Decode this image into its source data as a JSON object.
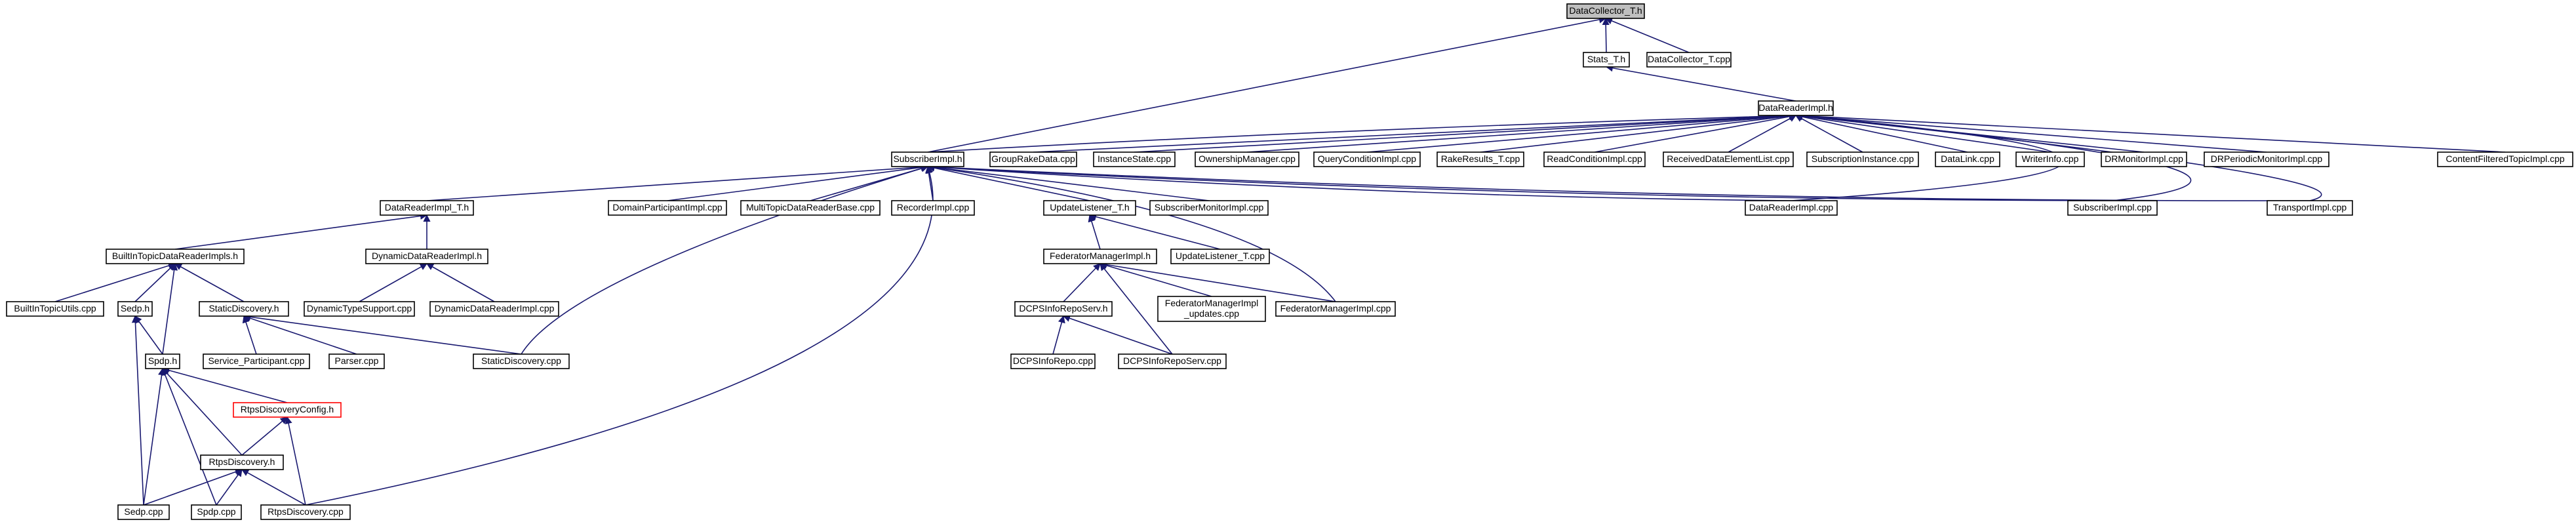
{
  "colors": {
    "edge": "#191970",
    "node_border": "#000000",
    "node_fill": "#ffffff",
    "root_fill": "#bfbfbf",
    "highlight_border": "#ff0000"
  },
  "nodes": [
    {
      "id": "datacollector_t_h",
      "lines": [
        "DataCollector_T.h"
      ],
      "root": true
    },
    {
      "id": "stats_t_h",
      "lines": [
        "Stats_T.h"
      ]
    },
    {
      "id": "datacollector_t_cpp",
      "lines": [
        "DataCollector_T.cpp"
      ]
    },
    {
      "id": "datareaderimpl_h",
      "lines": [
        "DataReaderImpl.h"
      ]
    },
    {
      "id": "subscriberimpl_h",
      "lines": [
        "SubscriberImpl.h"
      ]
    },
    {
      "id": "groupRakedata_cpp",
      "lines": [
        "GroupRakeData.cpp"
      ]
    },
    {
      "id": "instancestate_cpp",
      "lines": [
        "InstanceState.cpp"
      ]
    },
    {
      "id": "ownershipmanager_cpp",
      "lines": [
        "OwnershipManager.cpp"
      ]
    },
    {
      "id": "queryconditionimpl_cpp",
      "lines": [
        "QueryConditionImpl.cpp"
      ]
    },
    {
      "id": "rakeresults_t_cpp",
      "lines": [
        "RakeResults_T.cpp"
      ]
    },
    {
      "id": "readconditionimpl_cpp",
      "lines": [
        "ReadConditionImpl.cpp"
      ]
    },
    {
      "id": "receiveddataelementlist_cpp",
      "lines": [
        "ReceivedDataElementList.cpp"
      ]
    },
    {
      "id": "subscriptioninstance_cpp",
      "lines": [
        "SubscriptionInstance.cpp"
      ]
    },
    {
      "id": "datalink_cpp",
      "lines": [
        "DataLink.cpp"
      ]
    },
    {
      "id": "writerinfo_cpp",
      "lines": [
        "WriterInfo.cpp"
      ]
    },
    {
      "id": "drmonitorimpl_cpp",
      "lines": [
        "DRMonitorImpl.cpp"
      ]
    },
    {
      "id": "drperiodicmonitorimpl_cpp",
      "lines": [
        "DRPeriodicMonitorImpl.cpp"
      ]
    },
    {
      "id": "contentfilteredtopicimpl_cpp",
      "lines": [
        "ContentFilteredTopicImpl.cpp"
      ]
    },
    {
      "id": "datareaderimpl_t_h",
      "lines": [
        "DataReaderImpl_T.h"
      ]
    },
    {
      "id": "domainparticipantimpl_cpp",
      "lines": [
        "DomainParticipantImpl.cpp"
      ]
    },
    {
      "id": "multitopicdatareaderbase_cpp",
      "lines": [
        "MultiTopicDataReaderBase.cpp"
      ]
    },
    {
      "id": "recorderimpl_cpp",
      "lines": [
        "RecorderImpl.cpp"
      ]
    },
    {
      "id": "updatelistener_t_h",
      "lines": [
        "UpdateListener_T.h"
      ]
    },
    {
      "id": "subscribermonitorimpl_cpp",
      "lines": [
        "SubscriberMonitorImpl.cpp"
      ]
    },
    {
      "id": "datareaderimpl_cpp",
      "lines": [
        "DataReaderImpl.cpp"
      ]
    },
    {
      "id": "subscriberimpl_cpp",
      "lines": [
        "SubscriberImpl.cpp"
      ]
    },
    {
      "id": "transportimpl_cpp",
      "lines": [
        "TransportImpl.cpp"
      ]
    },
    {
      "id": "builtintopicdatareaderimpls_h",
      "lines": [
        "BuiltInTopicDataReaderImpls.h"
      ]
    },
    {
      "id": "dynamicdatareaderimpl_h",
      "lines": [
        "DynamicDataReaderImpl.h"
      ]
    },
    {
      "id": "federatormanagerimpl_h",
      "lines": [
        "FederatorManagerImpl.h"
      ]
    },
    {
      "id": "updatelistener_t_cpp",
      "lines": [
        "UpdateListener_T.cpp"
      ]
    },
    {
      "id": "builtintopicutils_cpp",
      "lines": [
        "BuiltInTopicUtils.cpp"
      ]
    },
    {
      "id": "sedp_h",
      "lines": [
        "Sedp.h"
      ]
    },
    {
      "id": "staticdiscovery_h",
      "lines": [
        "StaticDiscovery.h"
      ]
    },
    {
      "id": "dynamictypesupport_cpp",
      "lines": [
        "DynamicTypeSupport.cpp"
      ]
    },
    {
      "id": "dynamicdatareaderimpl_cpp",
      "lines": [
        "DynamicDataReaderImpl.cpp"
      ]
    },
    {
      "id": "dcpsinforeposerv_h",
      "lines": [
        "DCPSInfoRepoServ.h"
      ]
    },
    {
      "id": "federatormanagerimpl_updates_cpp",
      "lines": [
        "FederatorManagerImpl",
        "_updates.cpp"
      ]
    },
    {
      "id": "federatormanagerimpl_cpp",
      "lines": [
        "FederatorManagerImpl.cpp"
      ]
    },
    {
      "id": "spdp_h",
      "lines": [
        "Spdp.h"
      ]
    },
    {
      "id": "service_participant_cpp",
      "lines": [
        "Service_Participant.cpp"
      ]
    },
    {
      "id": "parser_cpp",
      "lines": [
        "Parser.cpp"
      ]
    },
    {
      "id": "staticdiscovery_cpp",
      "lines": [
        "StaticDiscovery.cpp"
      ]
    },
    {
      "id": "dcpsinforepo_cpp",
      "lines": [
        "DCPSInfoRepo.cpp"
      ]
    },
    {
      "id": "dcpsinforeposerv_cpp",
      "lines": [
        "DCPSInfoRepoServ.cpp"
      ]
    },
    {
      "id": "rtpsdiscoveryconfig_h",
      "lines": [
        "RtpsDiscoveryConfig.h"
      ],
      "red": true
    },
    {
      "id": "rtpsdiscovery_h",
      "lines": [
        "RtpsDiscovery.h"
      ]
    },
    {
      "id": "sedp_cpp",
      "lines": [
        "Sedp.cpp"
      ]
    },
    {
      "id": "spdp_cpp",
      "lines": [
        "Spdp.cpp"
      ]
    },
    {
      "id": "rtpsdiscovery_cpp",
      "lines": [
        "RtpsDiscovery.cpp"
      ]
    }
  ],
  "edges": [
    [
      "stats_t_h",
      "datacollector_t_h"
    ],
    [
      "datacollector_t_cpp",
      "datacollector_t_h"
    ],
    [
      "subscriberimpl_h",
      "datacollector_t_h"
    ],
    [
      "datareaderimpl_h",
      "stats_t_h"
    ],
    [
      "subscriberimpl_h",
      "datareaderimpl_h"
    ],
    [
      "groupRakedata_cpp",
      "datareaderimpl_h"
    ],
    [
      "instancestate_cpp",
      "datareaderimpl_h"
    ],
    [
      "ownershipmanager_cpp",
      "datareaderimpl_h"
    ],
    [
      "queryconditionimpl_cpp",
      "datareaderimpl_h"
    ],
    [
      "rakeresults_t_cpp",
      "datareaderimpl_h"
    ],
    [
      "readconditionimpl_cpp",
      "datareaderimpl_h"
    ],
    [
      "receiveddataelementlist_cpp",
      "datareaderimpl_h"
    ],
    [
      "subscriptioninstance_cpp",
      "datareaderimpl_h"
    ],
    [
      "datalink_cpp",
      "datareaderimpl_h"
    ],
    [
      "writerinfo_cpp",
      "datareaderimpl_h"
    ],
    [
      "drmonitorimpl_cpp",
      "datareaderimpl_h"
    ],
    [
      "drperiodicmonitorimpl_cpp",
      "datareaderimpl_h"
    ],
    [
      "contentfilteredtopicimpl_cpp",
      "datareaderimpl_h"
    ],
    [
      "datareaderimpl_cpp",
      "datareaderimpl_h"
    ],
    [
      "subscriberimpl_cpp",
      "datareaderimpl_h"
    ],
    [
      "transportimpl_cpp",
      "datareaderimpl_h"
    ],
    [
      "datareaderimpl_t_h",
      "subscriberimpl_h"
    ],
    [
      "domainparticipantimpl_cpp",
      "subscriberimpl_h"
    ],
    [
      "multitopicdatareaderbase_cpp",
      "subscriberimpl_h"
    ],
    [
      "recorderimpl_cpp",
      "subscriberimpl_h"
    ],
    [
      "updatelistener_t_h",
      "subscriberimpl_h"
    ],
    [
      "subscribermonitorimpl_cpp",
      "subscriberimpl_h"
    ],
    [
      "datareaderimpl_cpp",
      "subscriberimpl_h"
    ],
    [
      "subscriberimpl_cpp",
      "subscriberimpl_h"
    ],
    [
      "transportimpl_cpp",
      "subscriberimpl_h"
    ],
    [
      "federatormanagerimpl_cpp",
      "subscriberimpl_h"
    ],
    [
      "staticdiscovery_cpp",
      "subscriberimpl_h"
    ],
    [
      "rtpsdiscovery_cpp",
      "subscriberimpl_h"
    ],
    [
      "builtintopicdatareaderimpls_h",
      "datareaderimpl_t_h"
    ],
    [
      "dynamicdatareaderimpl_h",
      "datareaderimpl_t_h"
    ],
    [
      "federatormanagerimpl_h",
      "updatelistener_t_h"
    ],
    [
      "updatelistener_t_cpp",
      "updatelistener_t_h"
    ],
    [
      "builtintopicutils_cpp",
      "builtintopicdatareaderimpls_h"
    ],
    [
      "sedp_h",
      "builtintopicdatareaderimpls_h"
    ],
    [
      "staticdiscovery_h",
      "builtintopicdatareaderimpls_h"
    ],
    [
      "spdp_h",
      "builtintopicdatareaderimpls_h"
    ],
    [
      "dynamictypesupport_cpp",
      "dynamicdatareaderimpl_h"
    ],
    [
      "dynamicdatareaderimpl_cpp",
      "dynamicdatareaderimpl_h"
    ],
    [
      "dcpsinforeposerv_h",
      "federatormanagerimpl_h"
    ],
    [
      "federatormanagerimpl_updates_cpp",
      "federatormanagerimpl_h"
    ],
    [
      "federatormanagerimpl_cpp",
      "federatormanagerimpl_h"
    ],
    [
      "dcpsinforeposerv_cpp",
      "federatormanagerimpl_h"
    ],
    [
      "spdp_h",
      "sedp_h"
    ],
    [
      "sedp_cpp",
      "sedp_h"
    ],
    [
      "service_participant_cpp",
      "staticdiscovery_h"
    ],
    [
      "parser_cpp",
      "staticdiscovery_h"
    ],
    [
      "staticdiscovery_cpp",
      "staticdiscovery_h"
    ],
    [
      "dcpsinforepo_cpp",
      "dcpsinforeposerv_h"
    ],
    [
      "dcpsinforeposerv_cpp",
      "dcpsinforeposerv_h"
    ],
    [
      "rtpsdiscoveryconfig_h",
      "spdp_h"
    ],
    [
      "rtpsdiscovery_h",
      "spdp_h"
    ],
    [
      "sedp_cpp",
      "spdp_h"
    ],
    [
      "spdp_cpp",
      "spdp_h"
    ],
    [
      "rtpsdiscovery_h",
      "rtpsdiscoveryconfig_h"
    ],
    [
      "rtpsdiscovery_cpp",
      "rtpsdiscoveryconfig_h"
    ],
    [
      "sedp_cpp",
      "rtpsdiscovery_h"
    ],
    [
      "spdp_cpp",
      "rtpsdiscovery_h"
    ],
    [
      "rtpsdiscovery_cpp",
      "rtpsdiscovery_h"
    ]
  ]
}
